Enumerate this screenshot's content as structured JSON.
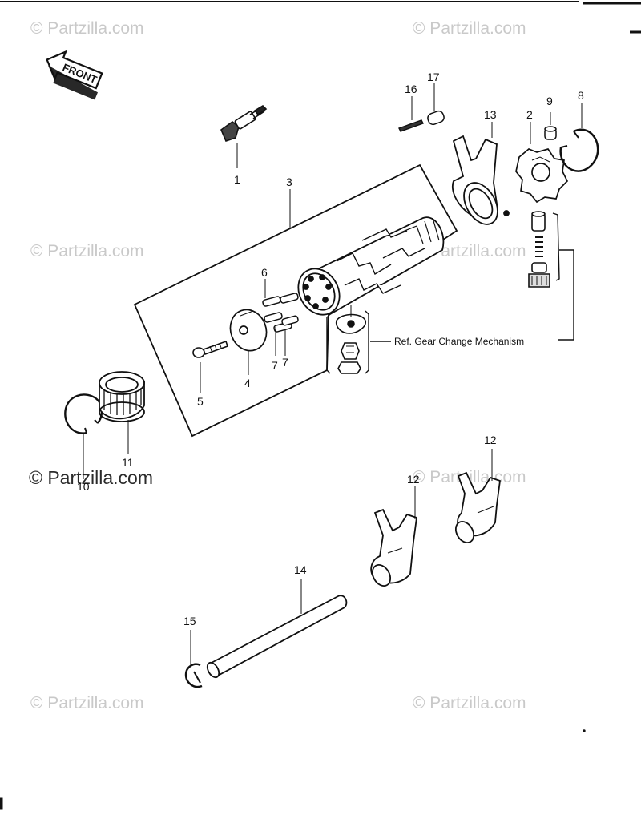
{
  "watermark": "© Partzilla.com",
  "front_label": "FRONT",
  "reference_label": "Ref.  Gear Change Mechanism",
  "callouts": {
    "c1": "1",
    "c2": "2",
    "c3": "3",
    "c4": "4",
    "c5": "5",
    "c6": "6",
    "c7a": "7",
    "c7b": "7",
    "c8": "8",
    "c9": "9",
    "c10": "10",
    "c11": "11",
    "c12a": "12",
    "c12b": "12",
    "c13": "13",
    "c14": "14",
    "c15": "15",
    "c16": "16",
    "c17": "17"
  }
}
